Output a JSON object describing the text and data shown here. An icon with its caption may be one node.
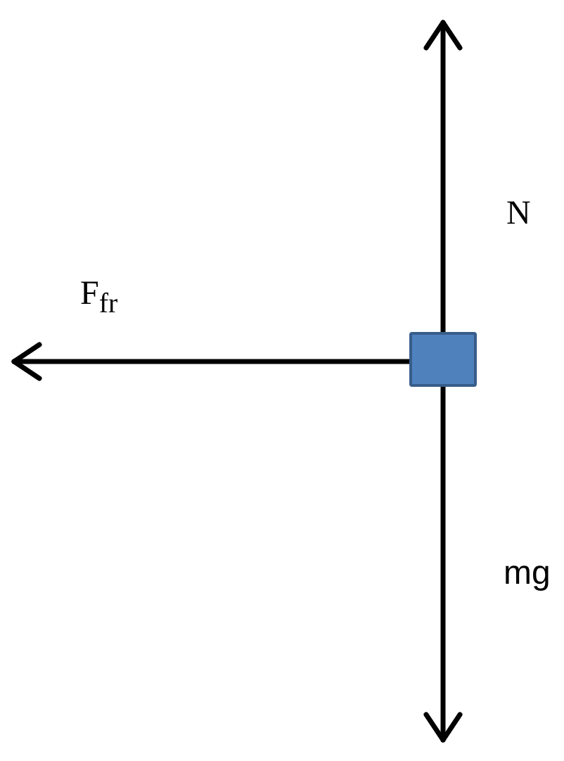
{
  "diagram": {
    "nodes": [
      {
        "text": [],
        "shape": "box"
      }
    ],
    "labels": [
      "N",
      "F$_{fr}$",
      "mg"
    ]
  }
}
